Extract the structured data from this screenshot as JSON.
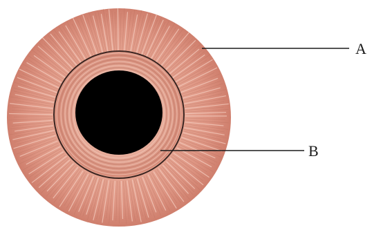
{
  "labels": [
    {
      "id": "A",
      "text": "A"
    },
    {
      "id": "B",
      "text": "B"
    }
  ],
  "colors": {
    "muscle_outer": "#d98d7c",
    "muscle_mid": "#e6a896",
    "muscle_light": "#f0bfae",
    "fiber_dark": "#b86e5e",
    "fiber_light": "#f6d2c5",
    "boundary_line": "#3a2420",
    "lumen": "#000000",
    "leader_line": "#1a1a1a"
  }
}
